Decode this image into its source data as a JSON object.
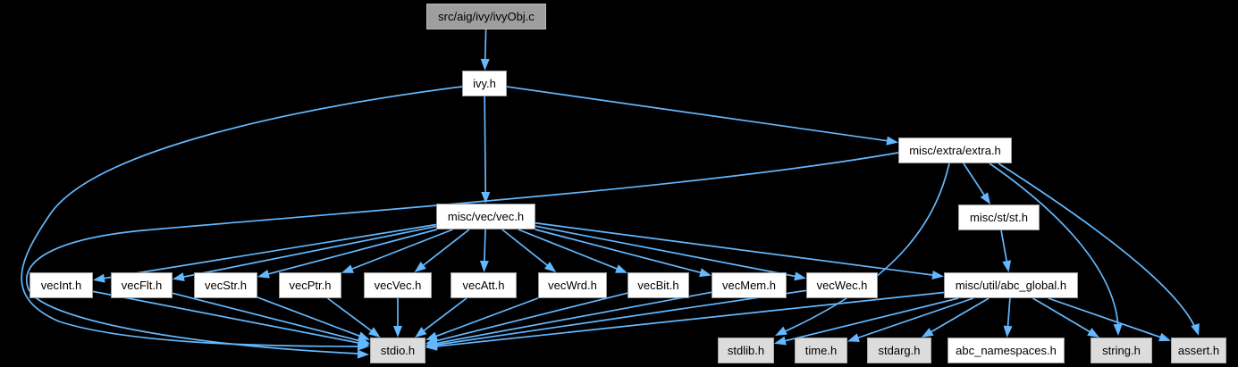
{
  "graph": {
    "root_file": "src/aig/ivy/ivyObj.c",
    "nodes": [
      {
        "id": "root",
        "label": "src/aig/ivy/ivyObj.c",
        "kind": "current"
      },
      {
        "id": "ivy",
        "label": "ivy.h",
        "kind": "header"
      },
      {
        "id": "extra",
        "label": "misc/extra/extra.h",
        "kind": "header"
      },
      {
        "id": "vec",
        "label": "misc/vec/vec.h",
        "kind": "header"
      },
      {
        "id": "st",
        "label": "misc/st/st.h",
        "kind": "header"
      },
      {
        "id": "vecInt",
        "label": "vecInt.h",
        "kind": "header"
      },
      {
        "id": "vecFlt",
        "label": "vecFlt.h",
        "kind": "header"
      },
      {
        "id": "vecStr",
        "label": "vecStr.h",
        "kind": "header"
      },
      {
        "id": "vecPtr",
        "label": "vecPtr.h",
        "kind": "header"
      },
      {
        "id": "vecVec",
        "label": "vecVec.h",
        "kind": "header"
      },
      {
        "id": "vecAtt",
        "label": "vecAtt.h",
        "kind": "header"
      },
      {
        "id": "vecWrd",
        "label": "vecWrd.h",
        "kind": "header"
      },
      {
        "id": "vecBit",
        "label": "vecBit.h",
        "kind": "header"
      },
      {
        "id": "vecMem",
        "label": "vecMem.h",
        "kind": "header"
      },
      {
        "id": "vecWec",
        "label": "vecWec.h",
        "kind": "header"
      },
      {
        "id": "abcGlobal",
        "label": "misc/util/abc_global.h",
        "kind": "header"
      },
      {
        "id": "stdio",
        "label": "stdio.h",
        "kind": "system"
      },
      {
        "id": "stdlib",
        "label": "stdlib.h",
        "kind": "system"
      },
      {
        "id": "time",
        "label": "time.h",
        "kind": "system"
      },
      {
        "id": "stdarg",
        "label": "stdarg.h",
        "kind": "system"
      },
      {
        "id": "abcNs",
        "label": "abc_namespaces.h",
        "kind": "header"
      },
      {
        "id": "string",
        "label": "string.h",
        "kind": "system"
      },
      {
        "id": "assert",
        "label": "assert.h",
        "kind": "system"
      }
    ],
    "edges": [
      {
        "from": "root",
        "to": "ivy"
      },
      {
        "from": "ivy",
        "to": "stdio"
      },
      {
        "from": "ivy",
        "to": "vec"
      },
      {
        "from": "ivy",
        "to": "extra"
      },
      {
        "from": "extra",
        "to": "st"
      },
      {
        "from": "extra",
        "to": "stdio"
      },
      {
        "from": "extra",
        "to": "stdlib"
      },
      {
        "from": "extra",
        "to": "string"
      },
      {
        "from": "extra",
        "to": "assert"
      },
      {
        "from": "vec",
        "to": "vecInt"
      },
      {
        "from": "vec",
        "to": "vecFlt"
      },
      {
        "from": "vec",
        "to": "vecStr"
      },
      {
        "from": "vec",
        "to": "vecPtr"
      },
      {
        "from": "vec",
        "to": "vecVec"
      },
      {
        "from": "vec",
        "to": "vecAtt"
      },
      {
        "from": "vec",
        "to": "vecWrd"
      },
      {
        "from": "vec",
        "to": "vecBit"
      },
      {
        "from": "vec",
        "to": "vecMem"
      },
      {
        "from": "vec",
        "to": "vecWec"
      },
      {
        "from": "vec",
        "to": "abcGlobal"
      },
      {
        "from": "st",
        "to": "abcGlobal"
      },
      {
        "from": "vecInt",
        "to": "stdio"
      },
      {
        "from": "vecFlt",
        "to": "stdio"
      },
      {
        "from": "vecStr",
        "to": "stdio"
      },
      {
        "from": "vecPtr",
        "to": "stdio"
      },
      {
        "from": "vecVec",
        "to": "stdio"
      },
      {
        "from": "vecAtt",
        "to": "stdio"
      },
      {
        "from": "vecWrd",
        "to": "stdio"
      },
      {
        "from": "vecBit",
        "to": "stdio"
      },
      {
        "from": "vecMem",
        "to": "stdio"
      },
      {
        "from": "vecWec",
        "to": "stdio"
      },
      {
        "from": "abcGlobal",
        "to": "stdio"
      },
      {
        "from": "abcGlobal",
        "to": "stdlib"
      },
      {
        "from": "abcGlobal",
        "to": "time"
      },
      {
        "from": "abcGlobal",
        "to": "stdarg"
      },
      {
        "from": "abcGlobal",
        "to": "abcNs"
      },
      {
        "from": "abcGlobal",
        "to": "string"
      },
      {
        "from": "abcGlobal",
        "to": "assert"
      }
    ],
    "colors": {
      "background": "#000000",
      "edge": "#63b8ff",
      "node_fill": "#ffffff",
      "node_border": "#9a9a9a",
      "system_fill": "#dcdcdc",
      "system_border": "#a8a8a8",
      "current_fill": "#9e9e9e",
      "current_border": "#b9b9b9",
      "text": "#000000"
    }
  }
}
